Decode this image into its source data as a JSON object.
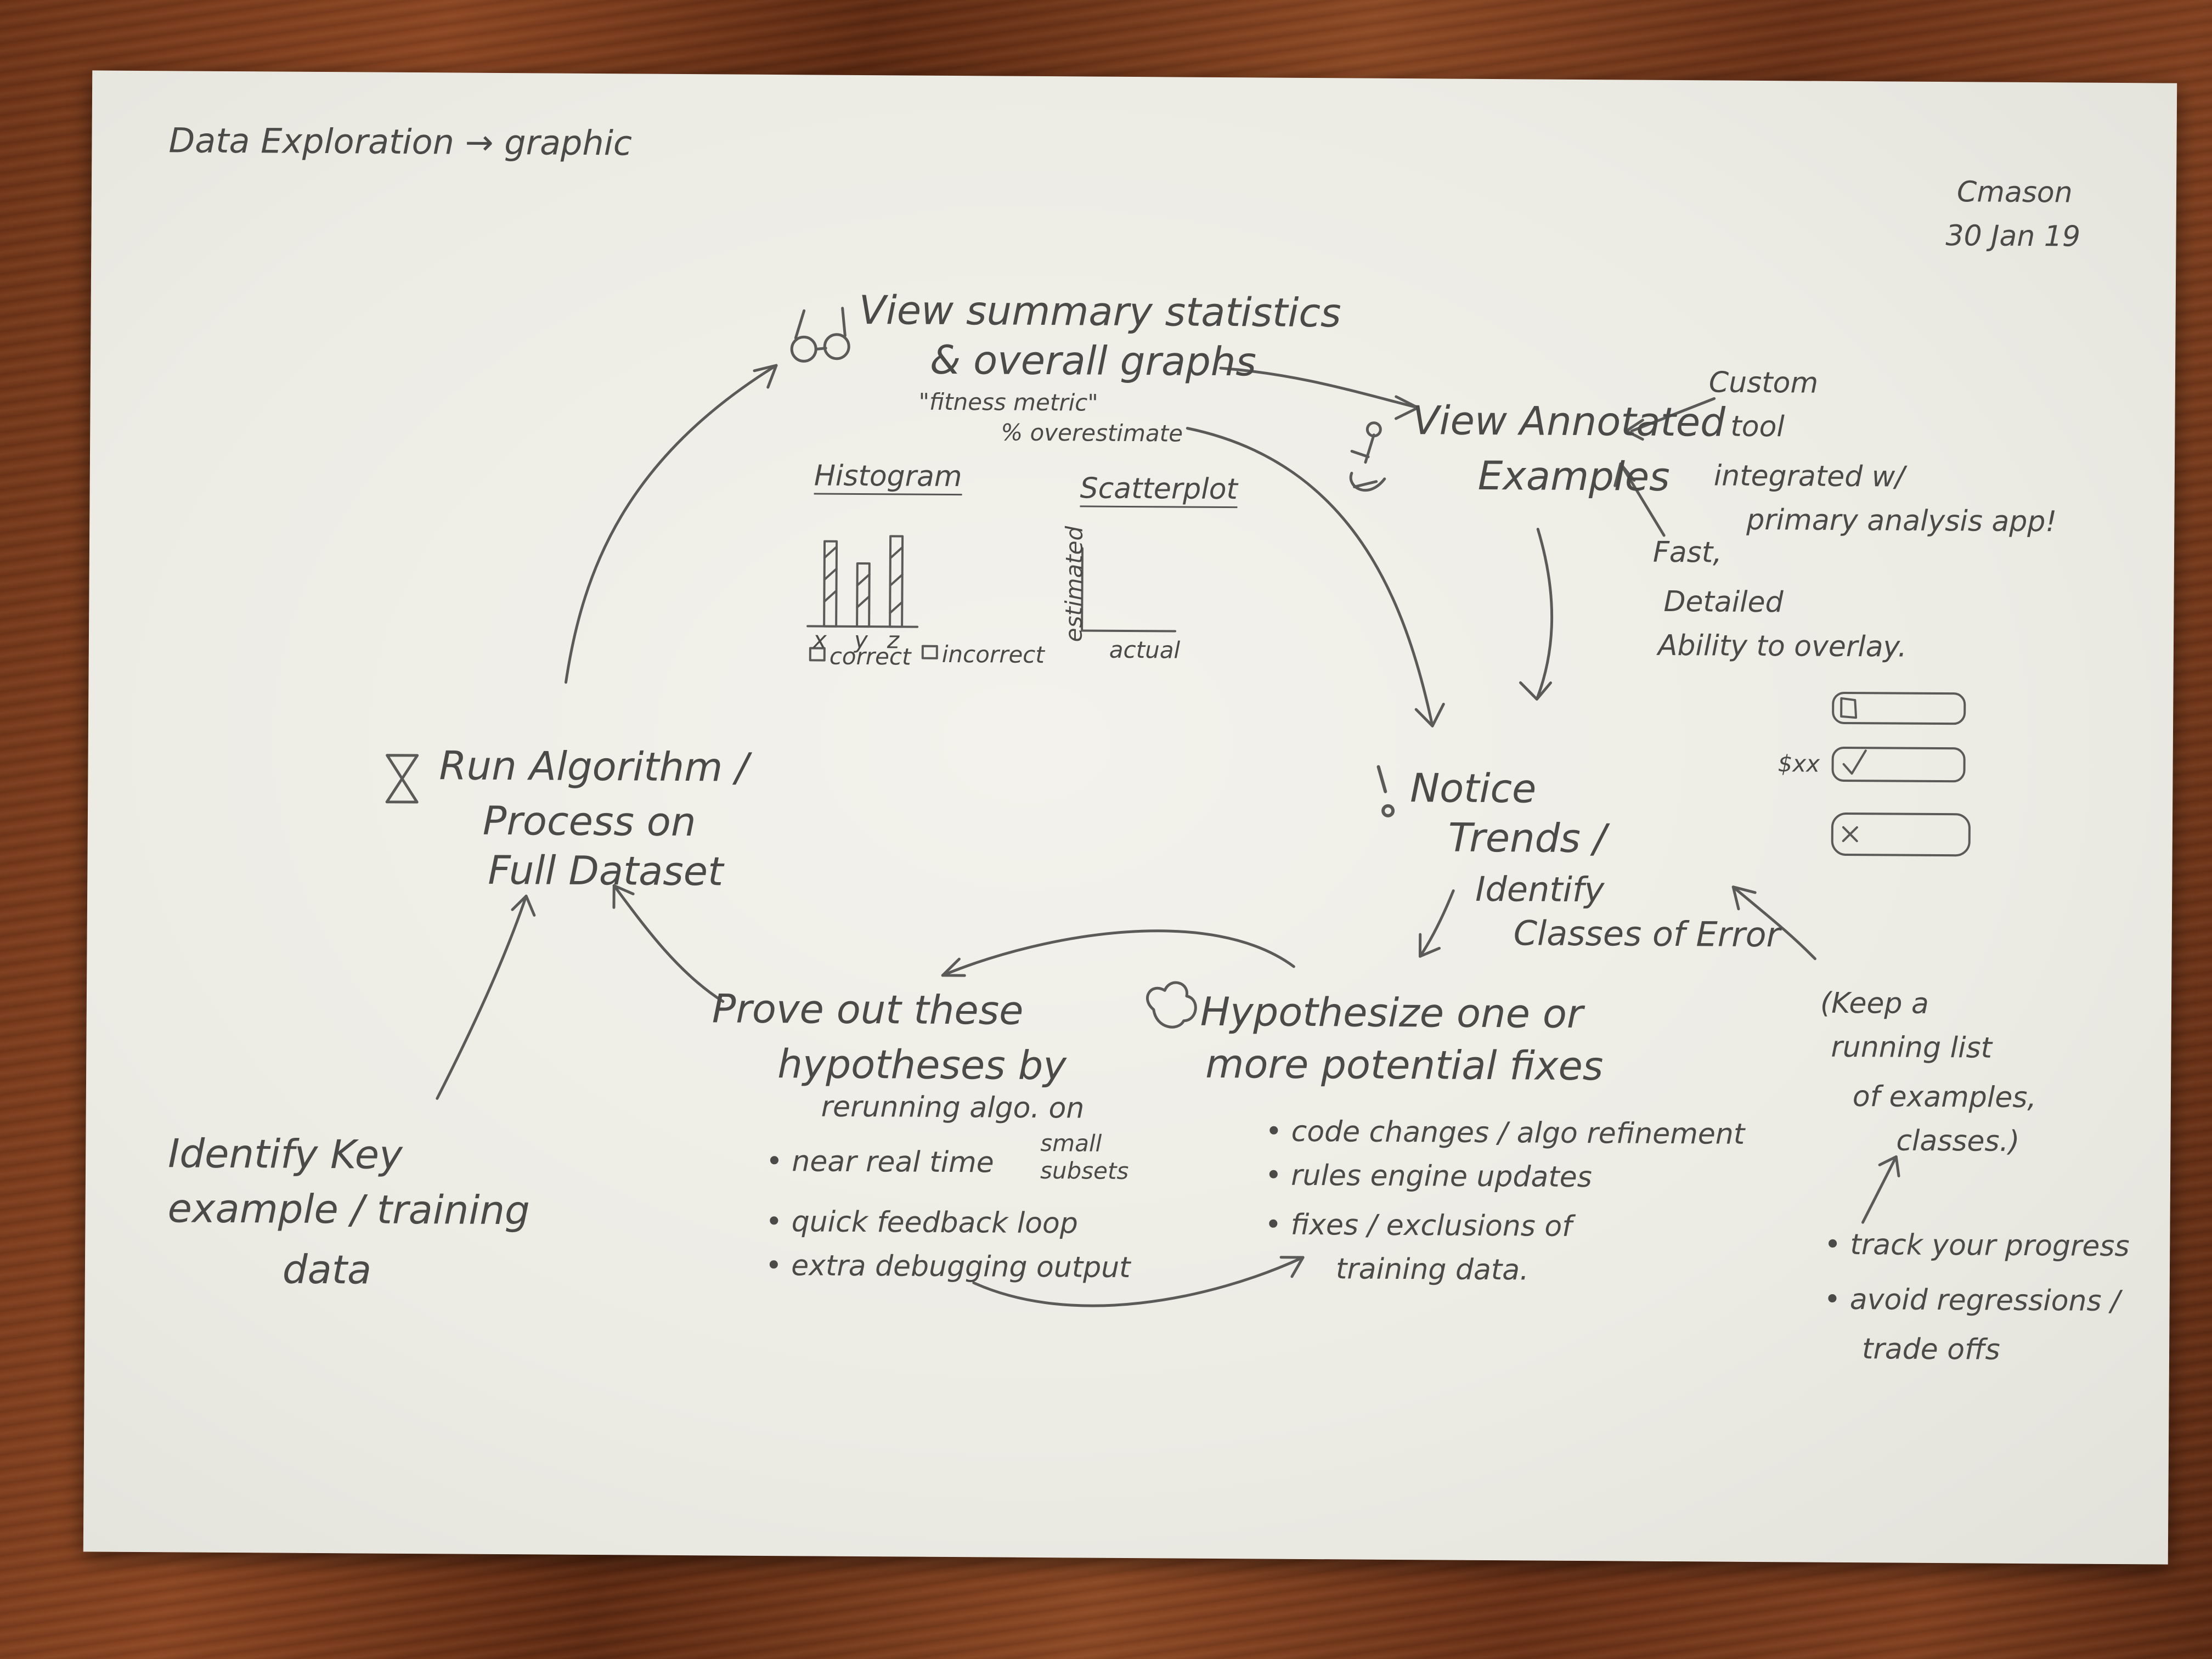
{
  "header": {
    "title": "Data Exploration → graphic",
    "author": "Cmason",
    "date": "30 Jan 19"
  },
  "summary_node": {
    "line1": "View summary statistics",
    "line2": "& overall graphs",
    "line3": "\"fitness metric\"",
    "line4": "% overestimate",
    "histogram_title": "Histogram",
    "histogram_ticks": [
      "x",
      "y",
      "z"
    ],
    "legend_correct": "correct",
    "legend_incorrect": "incorrect",
    "scatter_title": "Scatterplot",
    "scatter_ylabel": "estimated",
    "scatter_xlabel": "actual"
  },
  "annotated_node": {
    "line1": "View Annotated",
    "line2": "Examples"
  },
  "custom_tool": {
    "line1": "Custom",
    "line2": "tool",
    "line3": "integrated w/",
    "line4": "primary analysis app!"
  },
  "fast_note": {
    "line1": "Fast,",
    "line2": "Detailed",
    "line3": "Ability to overlay."
  },
  "widget_label": "$xx",
  "notice_node": {
    "line1": "Notice",
    "line2": "Trends /",
    "line3": "Identify",
    "line4": "Classes of Error"
  },
  "running_list": {
    "line1": "(Keep a",
    "line2": "running list",
    "line3": "of examples,",
    "line4": "classes.)",
    "bullet1": "• track your progress",
    "bullet2": "• avoid regressions /",
    "bullet3": "trade offs"
  },
  "hypothesize_node": {
    "line1": "Hypothesize one or",
    "line2": "more potential fixes",
    "bullet1": "• code changes / algo refinement",
    "bullet2": "• rules engine updates",
    "bullet3": "• fixes / exclusions of",
    "bullet3b": "training data."
  },
  "prove_node": {
    "line1": "Prove out these",
    "line2": "hypotheses by",
    "line3": "rerunning algo. on",
    "line3b": "small",
    "line3c": "subsets",
    "bullet1": "• near real time",
    "bullet2": "• quick feedback loop",
    "bullet3": "• extra debugging output"
  },
  "run_node": {
    "line1": "Run Algorithm /",
    "line2": "Process on",
    "line3": "Full Dataset"
  },
  "identify_node": {
    "line1": "Identify Key",
    "line2": "example / training",
    "line3": "data"
  }
}
